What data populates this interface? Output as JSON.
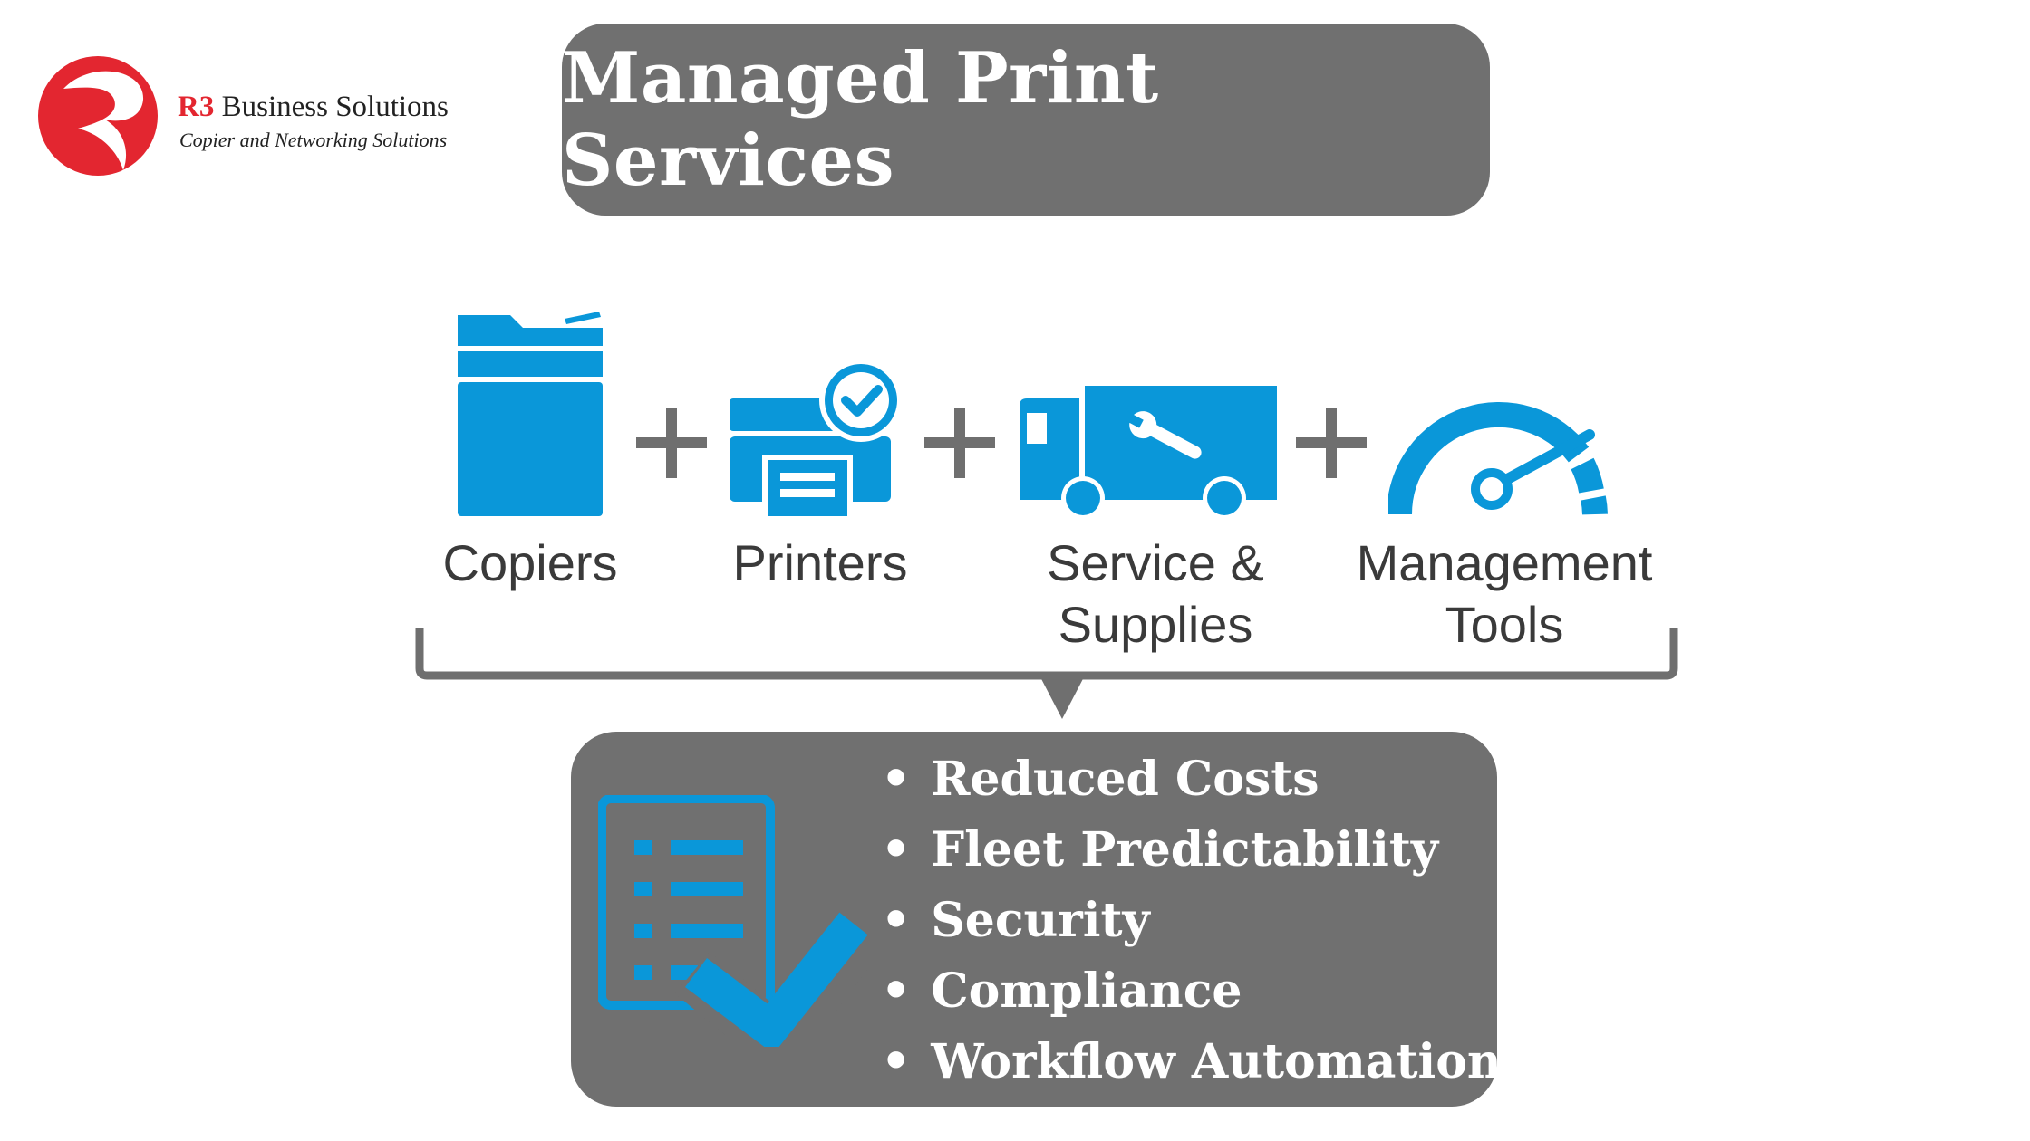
{
  "logo": {
    "mark": "R3",
    "brand_rest": " Business Solutions",
    "tagline": "Copier and Networking Solutions"
  },
  "title": "Managed Print Services",
  "components": [
    {
      "icon": "copier-icon",
      "label_lines": [
        "Copiers"
      ]
    },
    {
      "icon": "printer-check-icon",
      "label_lines": [
        "Printers"
      ]
    },
    {
      "icon": "service-truck-icon",
      "label_lines": [
        "Service &",
        "Supplies"
      ]
    },
    {
      "icon": "gauge-icon",
      "label_lines": [
        "Management",
        "Tools"
      ]
    }
  ],
  "operator": "+",
  "benefits": [
    "Reduced Costs",
    "Fleet Predictability",
    "Security",
    "Compliance",
    "Workflow Automation"
  ],
  "benefits_icon": "checklist-icon",
  "colors": {
    "accent_blue": "#0a97d9",
    "box_gray": "#707070",
    "logo_red": "#e32630",
    "text_dark": "#3a3a3a"
  }
}
